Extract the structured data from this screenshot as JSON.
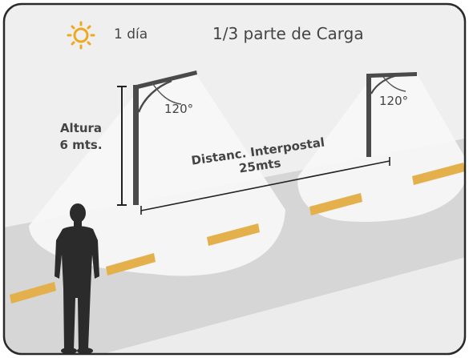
{
  "header": {
    "sun_icon": "sun-icon",
    "day_text": "1 día",
    "load_text": "1/3 parte de Carga"
  },
  "diagram": {
    "pole_height_title": "Altura",
    "pole_height_value": "6 mts.",
    "beam_angle_left": "120°",
    "beam_angle_right": "120°",
    "distance_title": "Distanc. Interpostal",
    "distance_value": "25mts"
  },
  "colors": {
    "road": "#d9d9d9",
    "sky": "#efefef",
    "lane_mark": "#e3b04b",
    "pole": "#4a4a4a",
    "sun": "#f0a81e",
    "person": "#2b2b2b",
    "light_cone": "#f7f7f7"
  }
}
